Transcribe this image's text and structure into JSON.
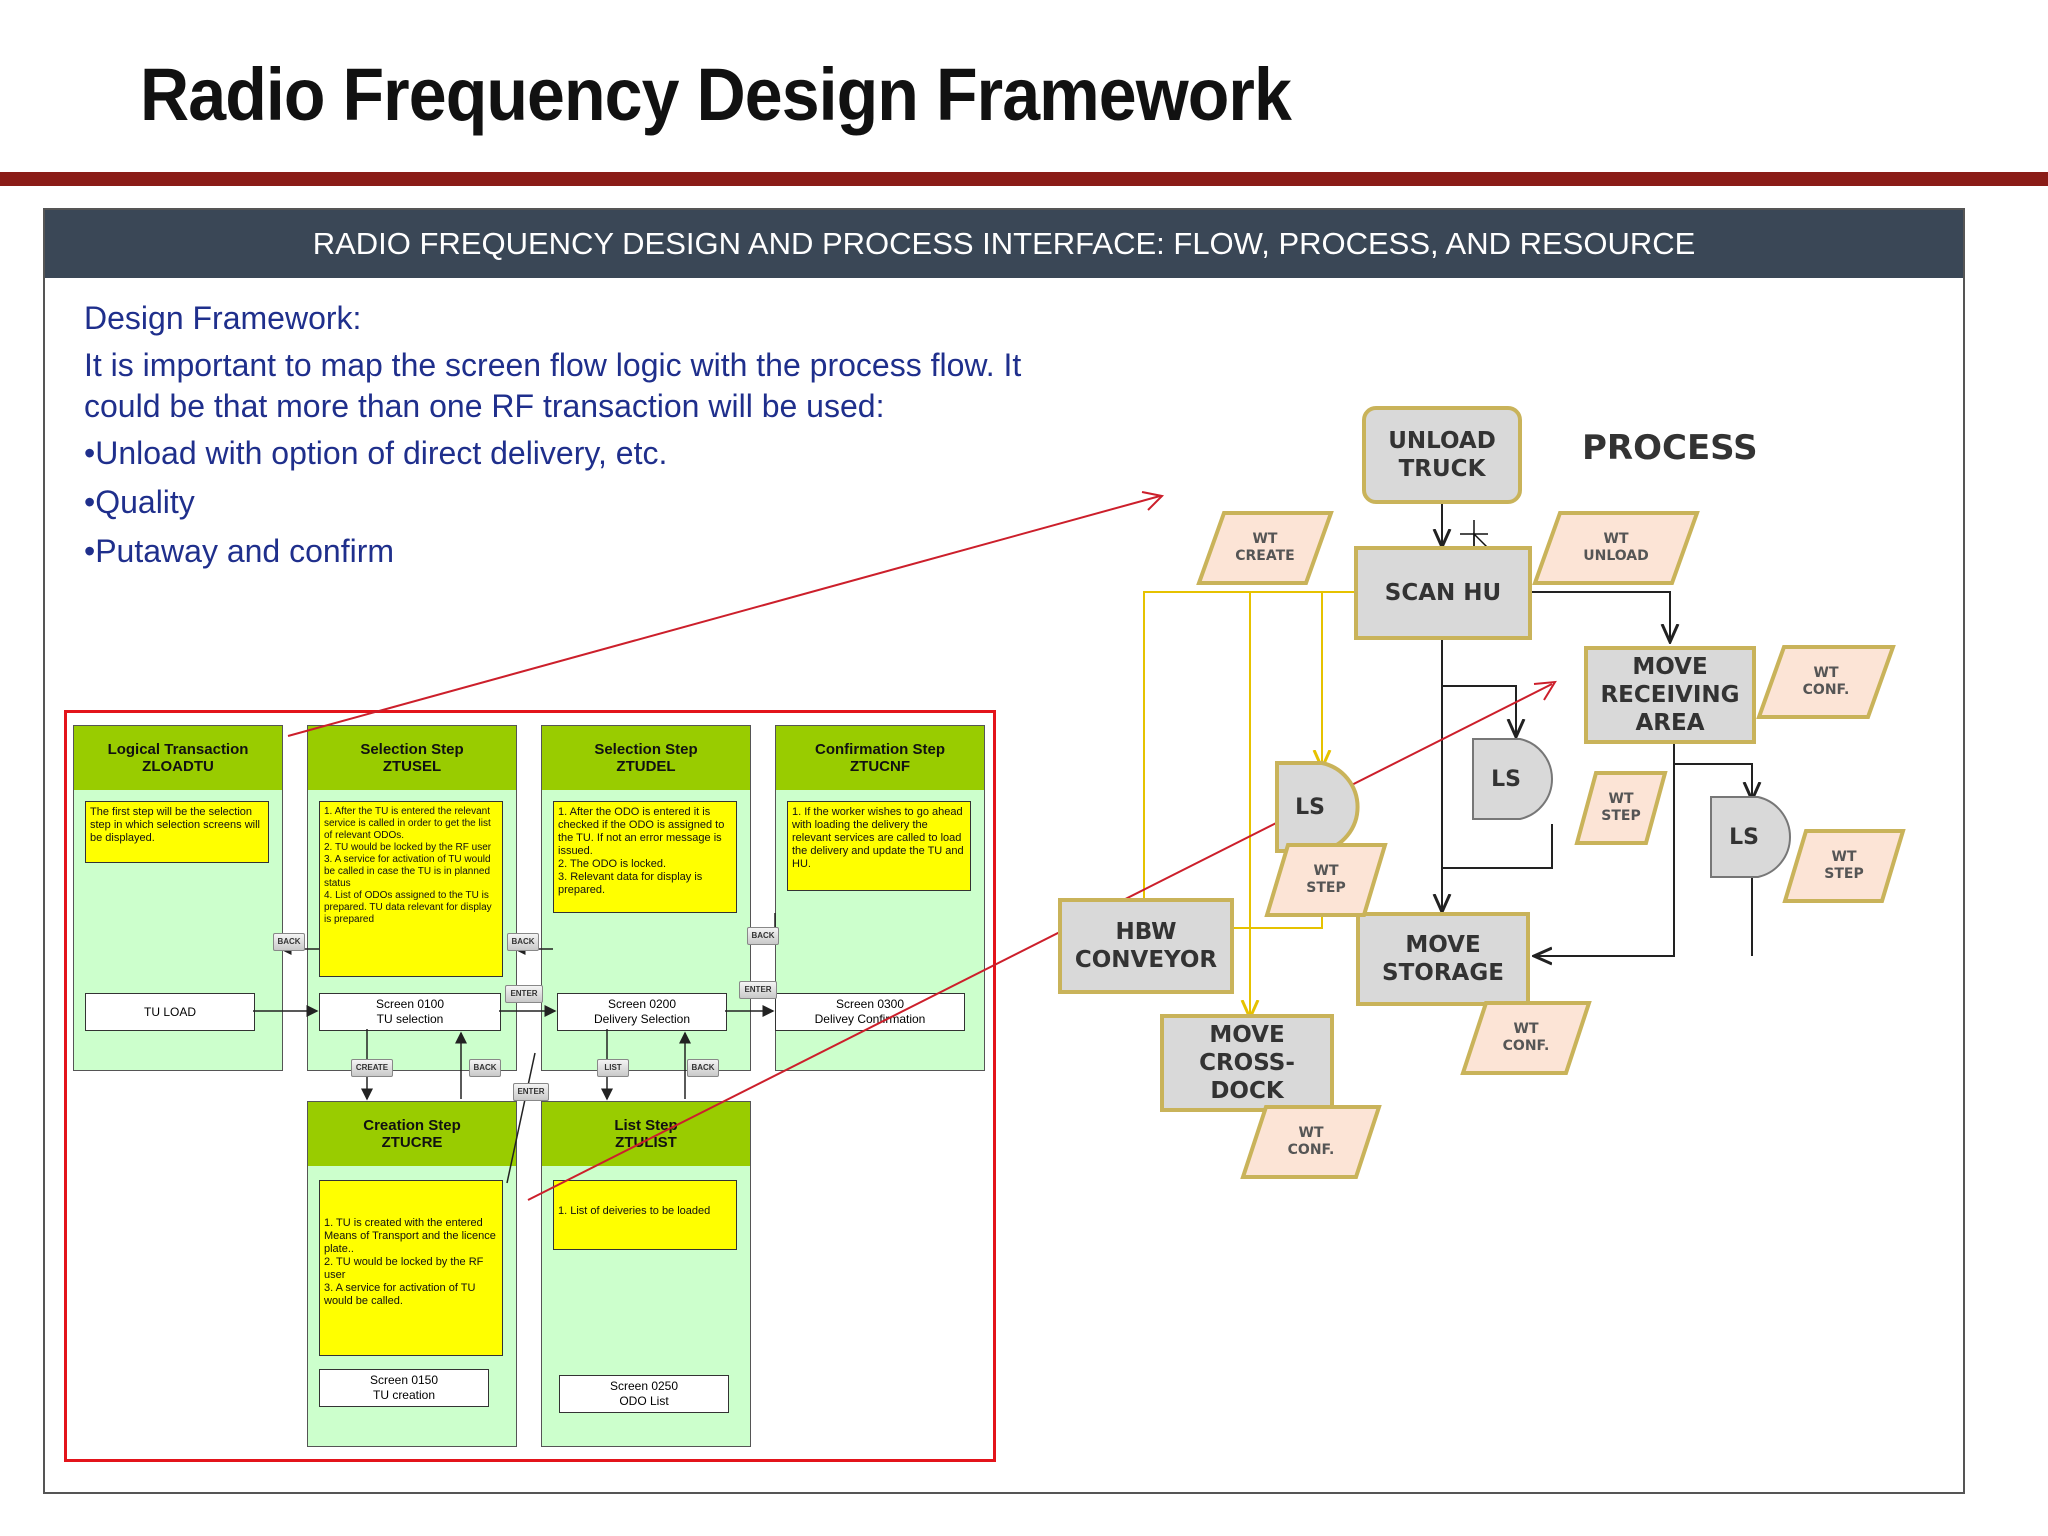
{
  "slide": {
    "title": "Radio Frequency Design Framework"
  },
  "panel": {
    "header": "RADIO FREQUENCY DESIGN AND PROCESS INTERFACE: FLOW, PROCESS, AND RESOURCE"
  },
  "intro": {
    "heading": "Design Framework:",
    "text": "It is important to map the screen flow logic with the process flow. It could be that more than one RF transaction will be used:",
    "bullets": [
      "Unload with option of direct delivery, etc.",
      "Quality",
      "Putaway and confirm"
    ]
  },
  "rf_flow": {
    "columns": [
      {
        "title": "Logical Transaction",
        "code": "ZLOADTU"
      },
      {
        "title": "Selection Step",
        "code": "ZTUSEL"
      },
      {
        "title": "Selection Step",
        "code": "ZTUDEL"
      },
      {
        "title": "Confirmation Step",
        "code": "ZTUCNF"
      },
      {
        "title": "Creation Step",
        "code": "ZTUCRE"
      },
      {
        "title": "List Step",
        "code": "ZTULIST"
      }
    ],
    "notes": {
      "loadtu": "The first step will be the selection step in which selection screens will be displayed.",
      "tusel": "1. After the TU is entered the relevant service is called in order to get the list of relevant ODOs.\n2. TU would be locked by the RF user\n3. A service for activation of TU would be called in case the TU is in planned status\n4. List of ODOs assigned to the TU is prepared. TU data relevant for display is prepared",
      "tudel": "1. After the ODO is entered it is checked if the ODO is assigned to the TU. If not an error message is issued.\n2. The ODO is locked.\n3. Relevant data for display is prepared.",
      "tucnf": "1. If the worker wishes to go ahead with loading the delivery the relevant services are called to load the delivery and update the TU and HU.",
      "tucre": "1. TU is created with the entered Means of Transport and the licence plate..\n2. TU would be locked by the RF user\n3. A service for activation of TU would be called.",
      "tulist": "1. List of deiveries to be loaded"
    },
    "screens": {
      "tuload": "TU LOAD",
      "s0100": "Screen  0100",
      "s0100_sub": "TU selection",
      "s0200": "Screen 0200",
      "s0200_sub": "Delivery Selection",
      "s0300": "Screen  0300",
      "s0300_sub": "Delivey Confirmation",
      "s0150": "Screen  0150",
      "s0150_sub": "TU creation",
      "s0250": "Screen  0250",
      "s0250_sub": "ODO List"
    },
    "buttons": {
      "back": "BACK",
      "enter": "ENTER",
      "create": "CREATE",
      "list": "LIST"
    }
  },
  "process": {
    "label": "PROCESS",
    "unload_truck": [
      "UNLOAD",
      "TRUCK"
    ],
    "scan_hu": "SCAN HU",
    "move_receiving": [
      "MOVE",
      "RECEIVING",
      "AREA"
    ],
    "hbw_conveyor": [
      "HBW",
      "CONVEYOR"
    ],
    "move_storage": [
      "MOVE",
      "STORAGE"
    ],
    "move_crossdock": [
      "MOVE",
      "CROSS-",
      "DOCK"
    ],
    "ls": "LS",
    "wt_create": "WT\nCREATE",
    "wt_unload": "WT\nUNLOAD",
    "wt_conf": "WT\nCONF.",
    "wt_step": "WT\nSTEP"
  },
  "colors": {
    "accent_rule": "#8a1c17",
    "header_bg": "#3a4756",
    "intro_text": "#1f2f8c",
    "rf_border": "#e3141b",
    "process_border": "#c9b35a",
    "wt_fill": "#fce4d6"
  }
}
